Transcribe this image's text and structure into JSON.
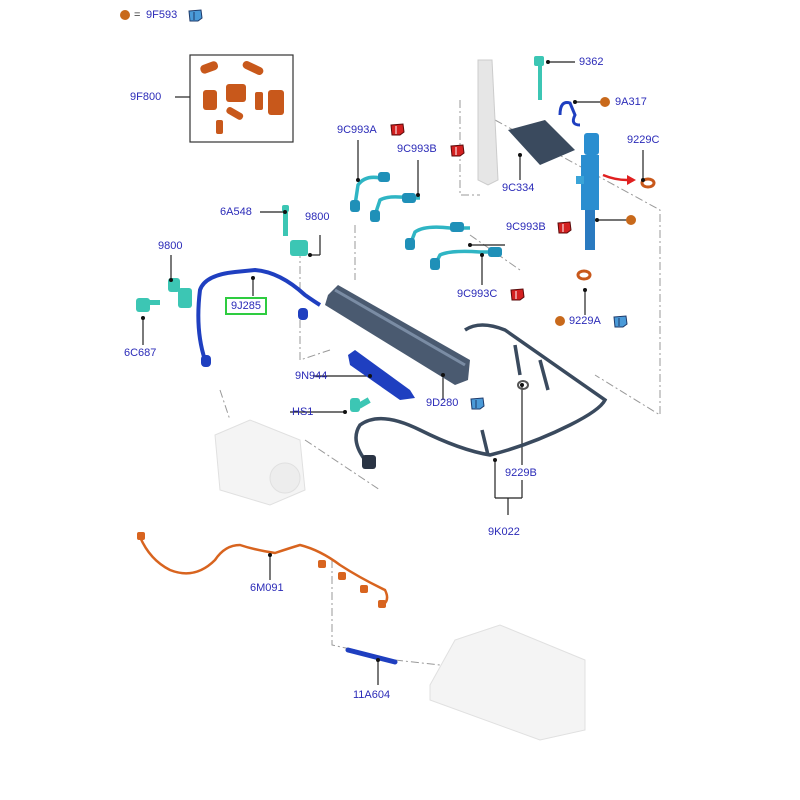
{
  "legend": {
    "symbol": "orange-dot",
    "equals": "=",
    "part": "9F593",
    "book_icon": "info-book-blue-icon"
  },
  "colors": {
    "label": "#2b2bb8",
    "orange_part": "#c8691b",
    "blue_part": "#1f3fc0",
    "cyan_part": "#2fb5c4",
    "teal_part": "#3cc6b4",
    "dark_hose": "#3a4a5e",
    "red_book": "#d42020",
    "blue_book": "#4a9ad8",
    "highlight": "#2ecc40",
    "red_arrow": "#e02020"
  },
  "labels": {
    "l9F800": "9F800",
    "l9362": "9362",
    "l9A317": "9A317",
    "l9C993A": "9C993A",
    "l9C993B_top": "9C993B",
    "l9229C": "9229C",
    "l9C334": "9C334",
    "l6A548": "6A548",
    "l9800_right": "9800",
    "l9800_left": "9800",
    "l9C993B_mid": "9C993B",
    "l9J285": "9J285",
    "l6C687": "6C687",
    "l9C993C": "9C993C",
    "l9229A": "9229A",
    "l9N944": "9N944",
    "lHS1": "HS1",
    "l9D280": "9D280",
    "l9229B": "9229B",
    "l9K022": "9K022",
    "l6M091": "6M091",
    "l11A604": "11A604"
  }
}
